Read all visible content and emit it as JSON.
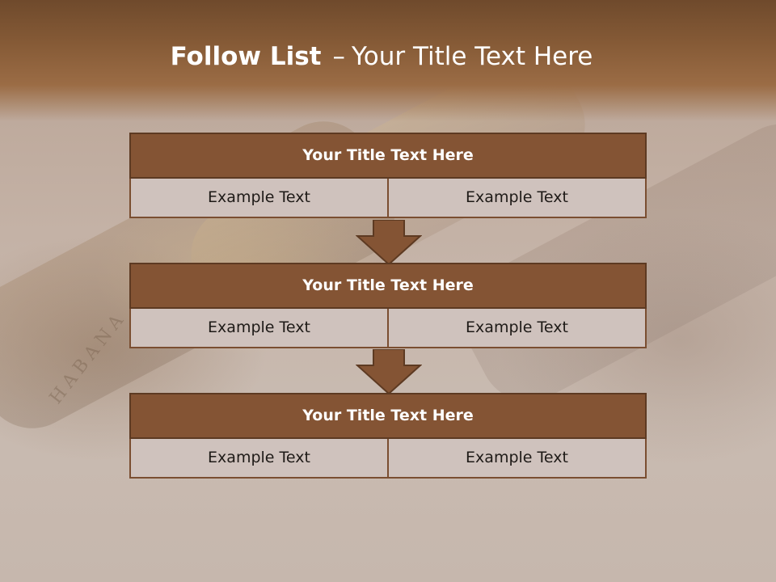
{
  "slide": {
    "title_bold": "Follow List",
    "title_sep": "–",
    "title_rest": "Your Title Text Here",
    "watermark": "HABANA"
  },
  "blocks": [
    {
      "title": "Your Title Text Here",
      "cells": [
        "Example Text",
        "Example Text"
      ]
    },
    {
      "title": "Your Title Text Here",
      "cells": [
        "Example Text",
        "Example Text"
      ]
    },
    {
      "title": "Your Title Text Here",
      "cells": [
        "Example Text",
        "Example Text"
      ]
    }
  ],
  "colors": {
    "header": "#855a36",
    "block_title": "#845434",
    "cell": "#cfc2bd",
    "arrow": "#845434"
  },
  "icons": [
    "arrow-down-icon",
    "arrow-down-icon"
  ]
}
